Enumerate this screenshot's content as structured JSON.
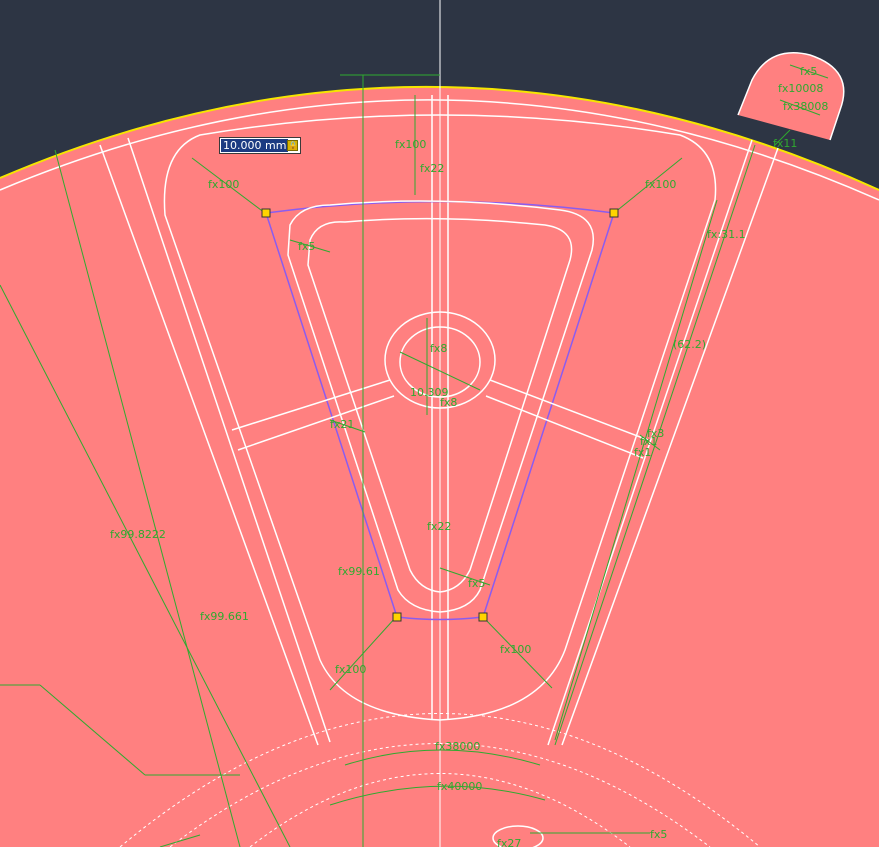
{
  "canvas": {
    "colors": {
      "background": "#2d3544",
      "face": "#ff8080",
      "edge": "#ffffff",
      "dimension": "#2faa2f",
      "selected_sketch": "#8a5cf0",
      "grip": "#ffd400",
      "boundary": "#f5e600"
    }
  },
  "dimension_input": {
    "value": "10.000 mm",
    "lock_icon": "lock-icon"
  },
  "dimensions": {
    "fx100_top": "fx100",
    "fx22_top": "fx22",
    "fx100_left": "fx100",
    "fx100_right": "fx100",
    "fx5_left": "fx5",
    "fx31_1": "fx:31.1",
    "dim_62_2": "(62.2)",
    "fx8_top": "fx8",
    "fx8_bottom": "fx8",
    "dim_10_309": "10.309",
    "fx21_mid": "fx21",
    "fx22_mid": "fx22",
    "fx99_inner": "fx99.61",
    "fx99_outer": "fx99.661",
    "fx99_long": "fx99.8222",
    "fx5_bottom": "fx5",
    "fx100_bl": "fx100",
    "fx100_br": "fx100",
    "fx380": "fx38000",
    "fx400": "fx40000",
    "fx5_br": "fx5",
    "fx27": "fx27",
    "fx1_r": "fx1",
    "fx1_r2": "fx1",
    "fx3_r": "fx3",
    "fx11": "fx11",
    "fx5_hole": "fx5",
    "fx10008": "fx10008",
    "fx38008": "fx38008"
  }
}
